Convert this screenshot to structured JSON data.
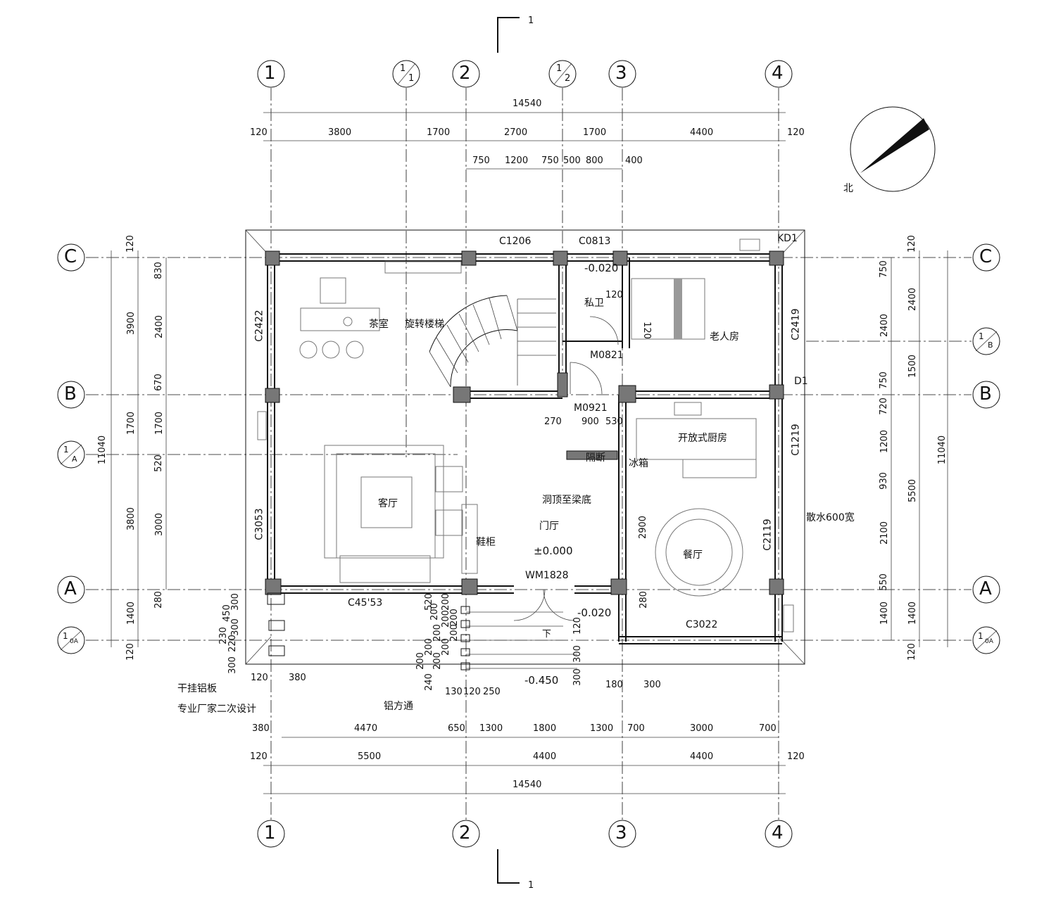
{
  "north_label": "北",
  "section_mark": "1",
  "axes": {
    "vertical": [
      {
        "label": "1",
        "sub": ""
      },
      {
        "label": "1",
        "sub": "1"
      },
      {
        "label": "2",
        "sub": ""
      },
      {
        "label": "1",
        "sub": "2"
      },
      {
        "label": "3",
        "sub": ""
      },
      {
        "label": "4",
        "sub": ""
      }
    ],
    "horizontal": [
      {
        "label": "C",
        "sub": ""
      },
      {
        "label": "1",
        "sub": "B"
      },
      {
        "label": "B",
        "sub": ""
      },
      {
        "label": "1",
        "sub": "A"
      },
      {
        "label": "A",
        "sub": ""
      },
      {
        "label": "1",
        "sub": "0A"
      }
    ]
  },
  "dims": {
    "top_total": "14540",
    "top_row": [
      "120",
      "3800",
      "1700",
      "2700",
      "1700",
      "4400",
      "120"
    ],
    "top_detail": [
      "750",
      "1200",
      "750",
      "500",
      "800",
      "400"
    ],
    "bottom_row1": [
      "380",
      "4470",
      "650",
      "1300",
      "1800",
      "1300",
      "700",
      "3000",
      "700"
    ],
    "bottom_row2": [
      "120",
      "5500",
      "4400",
      "4400",
      "120"
    ],
    "bottom_total": "14540",
    "left_outer": [
      "120",
      "3900",
      "1700",
      "3800",
      "1400",
      "120"
    ],
    "left_inner": [
      "830",
      "2400",
      "670",
      "1700",
      "520",
      "3000",
      "280"
    ],
    "left_total": "11040",
    "right_outer": [
      "120",
      "2400",
      "1500",
      "5500",
      "1400",
      "120"
    ],
    "right_inner": [
      "750",
      "2400",
      "750",
      "720",
      "1200",
      "930",
      "2100",
      "550",
      "1400"
    ],
    "right_total": "11040",
    "misc": [
      "270",
      "900",
      "530",
      "120",
      "120",
      "2900",
      "280",
      "120",
      "300",
      "300",
      "180",
      "300",
      "130",
      "120",
      "250",
      "120",
      "380",
      "300",
      "450",
      "230",
      "220",
      "300",
      "300",
      "200",
      "200",
      "200",
      "200",
      "240",
      "520",
      "200",
      "200",
      "200",
      "200",
      "200",
      "200"
    ]
  },
  "windows": [
    "C1206",
    "C0813",
    "KD1",
    "C2422",
    "C2419",
    "D1",
    "C1219",
    "C3053",
    "C2119",
    "C45'53",
    "C3022",
    "M0821",
    "M0921",
    "WM1828"
  ],
  "rooms": [
    "茶室",
    "旋转楼梯",
    "私卫",
    "老人房",
    "客厅",
    "开放式厨房",
    "隔断",
    "冰箱",
    "洞顶至梁底",
    "门厅",
    "鞋柜",
    "餐厅"
  ],
  "levels": [
    "-0.020",
    "±0.000",
    "-0.020",
    "-0.450"
  ],
  "notes": {
    "apron": "散水600宽",
    "panel_1": "干挂铝板",
    "panel_2": "专业厂家二次设计",
    "tube": "铝方通",
    "stair_down": "下"
  }
}
